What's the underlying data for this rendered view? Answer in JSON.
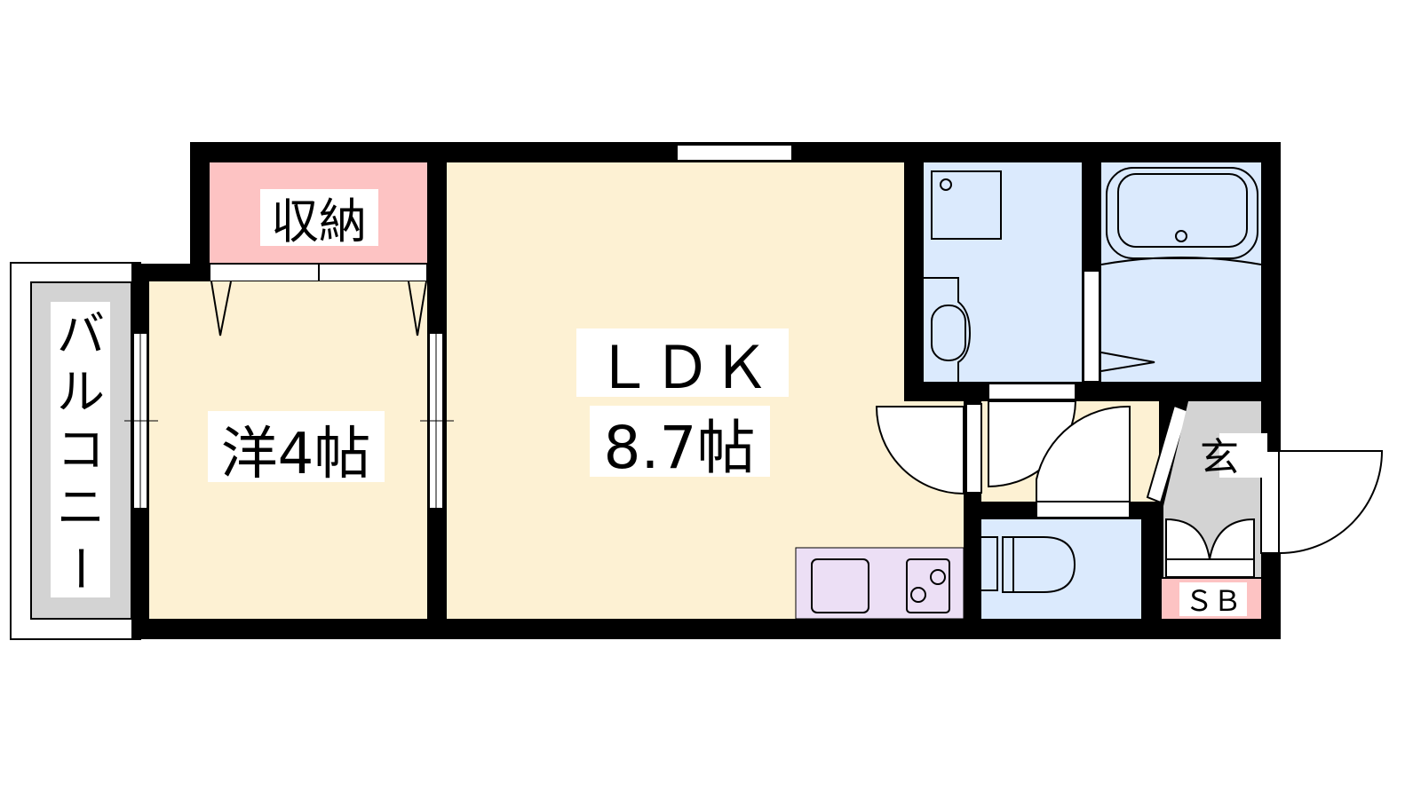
{
  "plan": {
    "rooms": {
      "storage": "収納",
      "western_room": "洋4帖",
      "ldk_name": "ＬＤＫ",
      "ldk_size": "8.7帖",
      "balcony": [
        "バ",
        "ル",
        "コ",
        "ニ",
        "ー"
      ],
      "entrance": "玄",
      "shoe_box": "ＳＢ"
    },
    "colors": {
      "wall": "#000000",
      "living": "#fdf1d3",
      "wet_area": "#dbeafd",
      "storage": "#fdc3c3",
      "kitchen": "#ecdff5",
      "entrance": "#d3d3d3"
    }
  }
}
